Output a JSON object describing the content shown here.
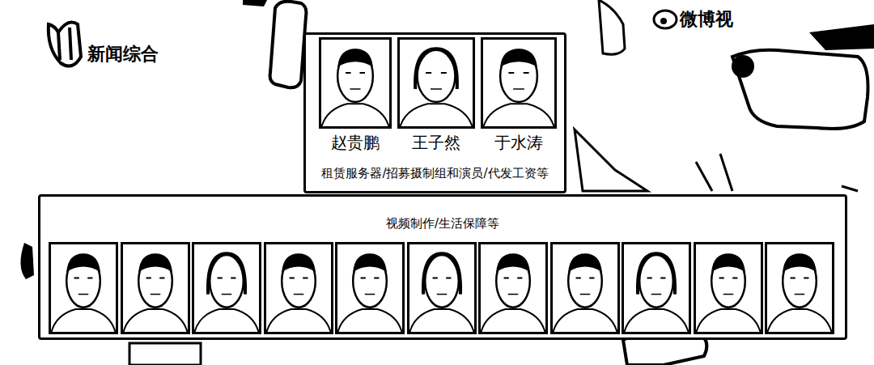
{
  "diagram": {
    "nodes": [
      {
        "text": [
          "租赁服务器/招募摄制组和演员/代发工资等"
        ]
      },
      {
        "text": [
          "赵贵鹏"
        ],
        "in": 0
      },
      {
        "text": [
          "王子然"
        ],
        "in": 0
      },
      {
        "text": [
          "于水涛"
        ],
        "in": 0
      },
      {
        "text": [
          "视频制作/生活保障等"
        ]
      }
    ],
    "edges": [],
    "labels": [
      "新闻综合",
      "微博视"
    ]
  }
}
